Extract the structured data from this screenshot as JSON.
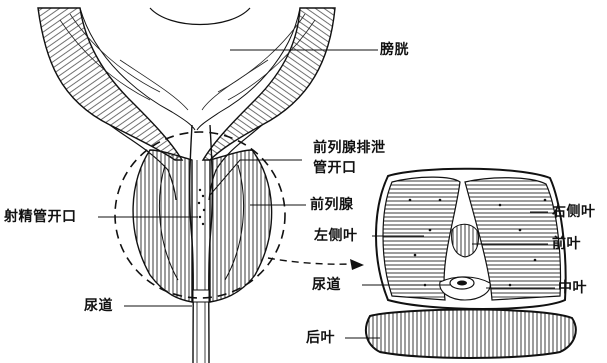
{
  "labels": {
    "bladder": "膀胱",
    "duct_openings_line1": "前列腺排泄",
    "duct_openings_line2": "管开口",
    "prostate": "前列腺",
    "ejaculatory_duct_opening": "射精管开口",
    "urethra_left": "尿道",
    "right_lateral_lobe": "右侧叶",
    "left_lateral_lobe": "左侧叶",
    "anterior_lobe": "前叶",
    "urethra_section": "尿道",
    "middle_lobe": "中叶",
    "posterior_lobe": "后叶"
  },
  "colors": {
    "ink": "#111111",
    "paper": "#ffffff"
  }
}
